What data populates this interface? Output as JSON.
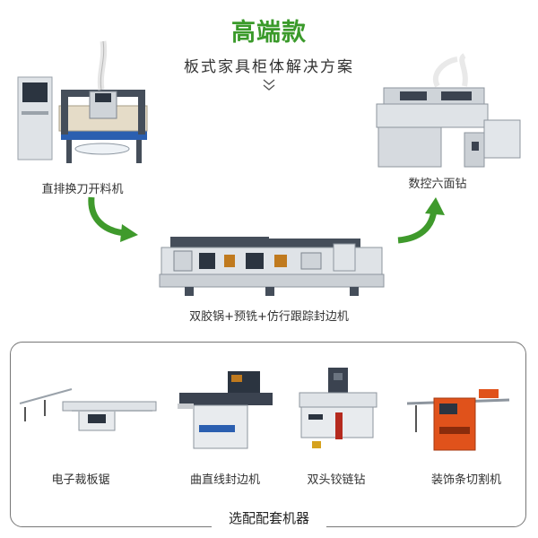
{
  "header": {
    "title": "高端款",
    "subtitle": "板式家具柜体解决方案"
  },
  "main_machines": [
    {
      "label": "直排换刀开料机",
      "icon": "cnc-router-icon"
    },
    {
      "label": "数控六面钻",
      "icon": "six-side-drill-icon"
    },
    {
      "label": "双胶锅+预铣+仿行跟踪封边机",
      "icon": "edge-bander-icon"
    }
  ],
  "accessories": {
    "title": "选配配套机器",
    "items": [
      {
        "label": "电子裁板锯",
        "icon": "panel-saw-icon"
      },
      {
        "label": "曲直线封边机",
        "icon": "curve-edge-bander-icon"
      },
      {
        "label": "双头铰链钻",
        "icon": "hinge-drill-icon"
      },
      {
        "label": "装饰条切割机",
        "icon": "trim-cutter-icon"
      }
    ]
  },
  "colors": {
    "title_green": "#3a9a2a",
    "arrow_green": "#3f9a2c",
    "machine_blue": "#2b5fb0",
    "machine_gray": "#c9ccd0",
    "accent_orange": "#e0521b"
  }
}
